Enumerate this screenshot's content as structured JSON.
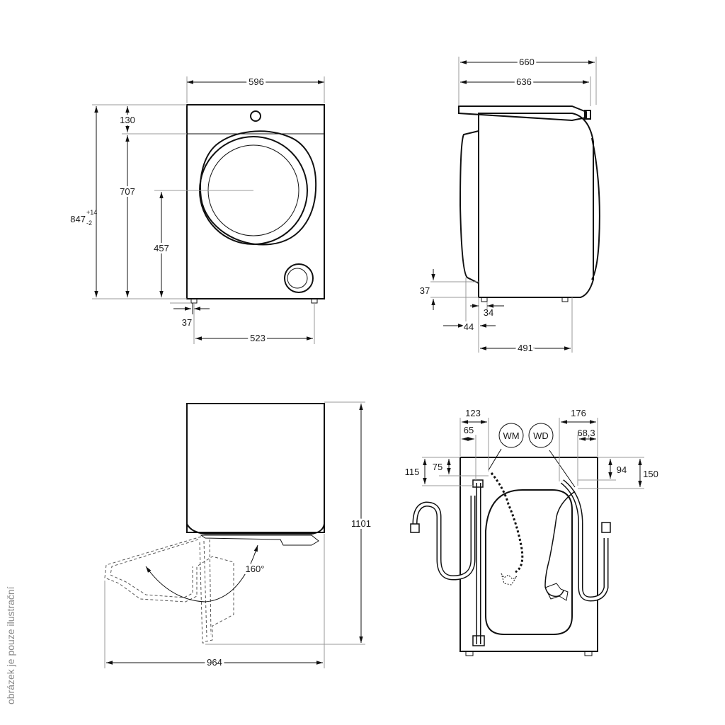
{
  "front": {
    "width": "596",
    "top_panel": "130",
    "body_height": "707",
    "total_height": "847",
    "height_tol_plus": "+14",
    "height_tol_minus": "-2",
    "drum_center": "457",
    "foot_height": "37",
    "foot_spacing": "523"
  },
  "side": {
    "depth_total": "660",
    "depth_body": "636",
    "foot_height": "37",
    "foot_offset_a": "34",
    "foot_offset_b": "44",
    "foot_spacing": "491"
  },
  "door": {
    "total_depth": "1101",
    "width_open": "964",
    "angle": "160°"
  },
  "rear": {
    "inlet_x": "123",
    "inlet_x_inner": "65",
    "drain_x": "176",
    "drain_x_inner": "68,3",
    "inlet_y": "115",
    "inlet_y_inner": "75",
    "drain_y_inner": "94",
    "drain_y": "150",
    "label_wm": "WM",
    "label_wd": "WD"
  },
  "note": "obrázek je pouze ilustrační"
}
